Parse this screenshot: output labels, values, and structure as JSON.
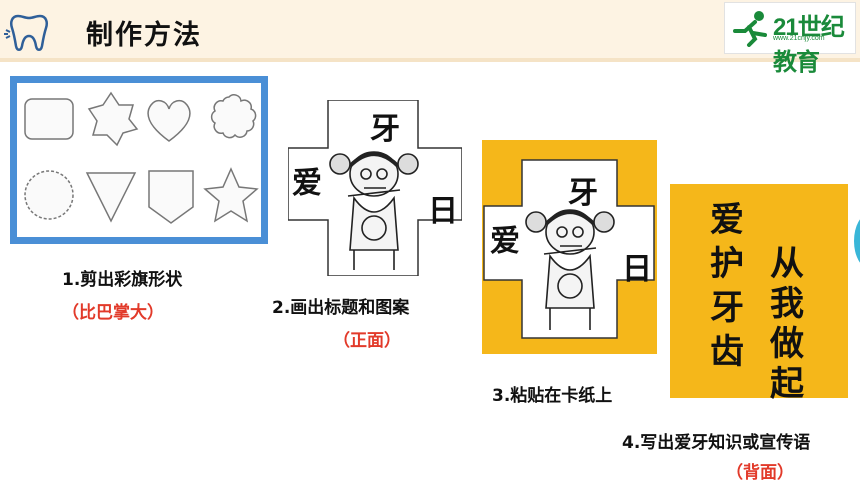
{
  "header": {
    "title": "制作方法"
  },
  "logo": {
    "name": "21世纪教育",
    "url": "www.21cnjy.com"
  },
  "steps": [
    {
      "caption": "1.剪出彩旗形状",
      "note": "（比巴掌大）"
    },
    {
      "caption": "2.画出标题和图案",
      "note": "（正面）"
    },
    {
      "caption": "3.粘贴在卡纸上"
    },
    {
      "caption": "4.写出爱牙知识或宣传语",
      "note": "（背面）"
    }
  ],
  "card": {
    "left": "爱",
    "top": "牙",
    "right": "日"
  },
  "slogan": {
    "right_col": [
      "爱",
      "护",
      "牙",
      "齿"
    ],
    "left_col": [
      "从",
      "我",
      "做",
      "起"
    ]
  },
  "colors": {
    "accent_blue": "#4a8fd6",
    "card_yellow": "#f5b71a",
    "note_red": "#e23a2a",
    "header_bg": "#fdf3e3"
  }
}
